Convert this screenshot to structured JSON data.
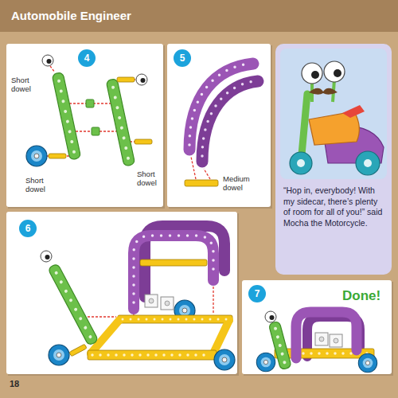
{
  "diagram": {
    "title": "Automobile Engineer",
    "nodes": [
      {
        "text": [
          "4",
          "Short dowel",
          "Short dowel",
          "Short dowel"
        ]
      },
      {
        "text": [
          "5",
          "Medium dowel"
        ]
      },
      {
        "text": [
          "“Hop in, everybody! With my sidecar, there’s plenty of room for all of you!” said Mocha the Motorcycle."
        ]
      },
      {
        "text": [
          "6"
        ]
      },
      {
        "text": [
          "7",
          "Done!"
        ]
      }
    ],
    "labels": [
      "18"
    ]
  }
}
